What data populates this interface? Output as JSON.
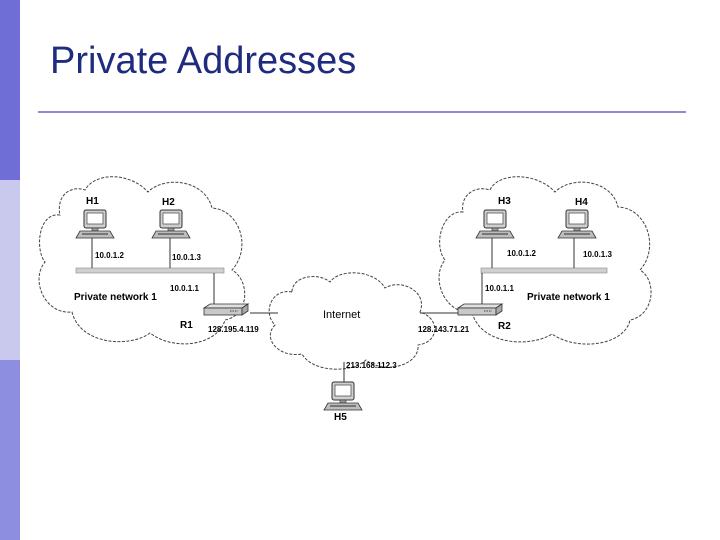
{
  "slide": {
    "title": "Private Addresses",
    "sidebar_colors": [
      "#6e6ed6",
      "#c9c9ee",
      "#8e8ee0"
    ]
  },
  "diagram": {
    "left_network": {
      "name": "Private network 1",
      "hosts": [
        {
          "name": "H1",
          "ip": "10.0.1.2"
        },
        {
          "name": "H2",
          "ip": "10.0.1.3"
        }
      ],
      "router": {
        "name": "R1",
        "lan_ip": "10.0.1.1",
        "wan_ip": "128.195.4.119"
      }
    },
    "right_network": {
      "name": "Private network 1",
      "hosts": [
        {
          "name": "H3",
          "ip": "10.0.1.2"
        },
        {
          "name": "H4",
          "ip": "10.0.1.3"
        }
      ],
      "router": {
        "name": "R2",
        "lan_ip": "10.0.1.1",
        "wan_ip": "128.143.71.21"
      }
    },
    "internet": {
      "label": "Internet"
    },
    "external_host": {
      "name": "H5",
      "ip": "213.168.112.3"
    },
    "icons": [
      "computer-icon",
      "router-icon",
      "cloud-icon"
    ]
  }
}
